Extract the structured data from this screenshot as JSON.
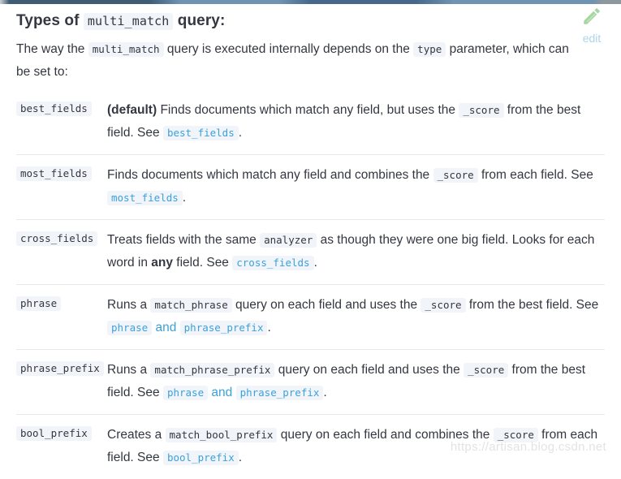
{
  "page": {
    "edit_label": "edit",
    "watermark": "https://artisan.blog.csdn.net"
  },
  "colors": {
    "link_blue": "#3ba1dc",
    "pill_background": "#f1f4f9",
    "body_text": "#343741",
    "divider": "#e6e9ed",
    "pencil_green": "#a5d6a0",
    "edit_label_blue": "#aed4ea"
  },
  "heading": {
    "segments": [
      {
        "t": "text",
        "v": "Types of "
      },
      {
        "t": "code",
        "v": "multi_match"
      },
      {
        "t": "text",
        "v": " query:"
      }
    ]
  },
  "intro": {
    "segments": [
      {
        "t": "text",
        "v": "The way the "
      },
      {
        "t": "code",
        "v": "multi_match"
      },
      {
        "t": "text",
        "v": " query is executed internally depends on the "
      },
      {
        "t": "code",
        "v": "type"
      },
      {
        "t": "text",
        "v": " parameter, which can be set to:"
      }
    ]
  },
  "table": {
    "rows": [
      {
        "term": "best_fields",
        "desc": [
          {
            "t": "bold",
            "v": "(default)"
          },
          {
            "t": "text",
            "v": " Finds documents which match any field, but uses the "
          },
          {
            "t": "code",
            "v": "_score"
          },
          {
            "t": "text",
            "v": " from the best field. See "
          },
          {
            "t": "codelink",
            "v": "best_fields"
          },
          {
            "t": "text",
            "v": "."
          }
        ]
      },
      {
        "term": "most_fields",
        "desc": [
          {
            "t": "text",
            "v": "Finds documents which match any field and combines the "
          },
          {
            "t": "code",
            "v": "_score"
          },
          {
            "t": "text",
            "v": " from each field. See "
          },
          {
            "t": "codelink",
            "v": "most_fields"
          },
          {
            "t": "text",
            "v": "."
          }
        ]
      },
      {
        "term": "cross_fields",
        "desc": [
          {
            "t": "text",
            "v": "Treats fields with the same "
          },
          {
            "t": "code",
            "v": "analyzer"
          },
          {
            "t": "text",
            "v": " as though they were one big field. Looks for each word in "
          },
          {
            "t": "bold",
            "v": "any"
          },
          {
            "t": "text",
            "v": " field. See "
          },
          {
            "t": "codelink",
            "v": "cross_fields"
          },
          {
            "t": "text",
            "v": "."
          }
        ]
      },
      {
        "term": "phrase",
        "desc": [
          {
            "t": "text",
            "v": "Runs a "
          },
          {
            "t": "code",
            "v": "match_phrase"
          },
          {
            "t": "text",
            "v": " query on each field and uses the "
          },
          {
            "t": "code",
            "v": "_score"
          },
          {
            "t": "text",
            "v": " from the best field. See "
          },
          {
            "t": "codelink",
            "v": "phrase"
          },
          {
            "t": "link",
            "v": " and "
          },
          {
            "t": "codelink",
            "v": "phrase_prefix"
          },
          {
            "t": "text",
            "v": "."
          }
        ]
      },
      {
        "term": "phrase_prefix",
        "desc": [
          {
            "t": "text",
            "v": "Runs a "
          },
          {
            "t": "code",
            "v": "match_phrase_prefix"
          },
          {
            "t": "text",
            "v": " query on each field and uses the "
          },
          {
            "t": "code",
            "v": "_score"
          },
          {
            "t": "text",
            "v": " from the best field. See "
          },
          {
            "t": "codelink",
            "v": "phrase"
          },
          {
            "t": "link",
            "v": " and "
          },
          {
            "t": "codelink",
            "v": "phrase_prefix"
          },
          {
            "t": "text",
            "v": "."
          }
        ]
      },
      {
        "term": "bool_prefix",
        "desc": [
          {
            "t": "text",
            "v": "Creates a "
          },
          {
            "t": "code",
            "v": "match_bool_prefix"
          },
          {
            "t": "text",
            "v": " query on each field and combines the "
          },
          {
            "t": "code",
            "v": "_score"
          },
          {
            "t": "text",
            "v": " from each field. See "
          },
          {
            "t": "codelink",
            "v": "bool_prefix"
          },
          {
            "t": "text",
            "v": "."
          }
        ]
      }
    ]
  }
}
